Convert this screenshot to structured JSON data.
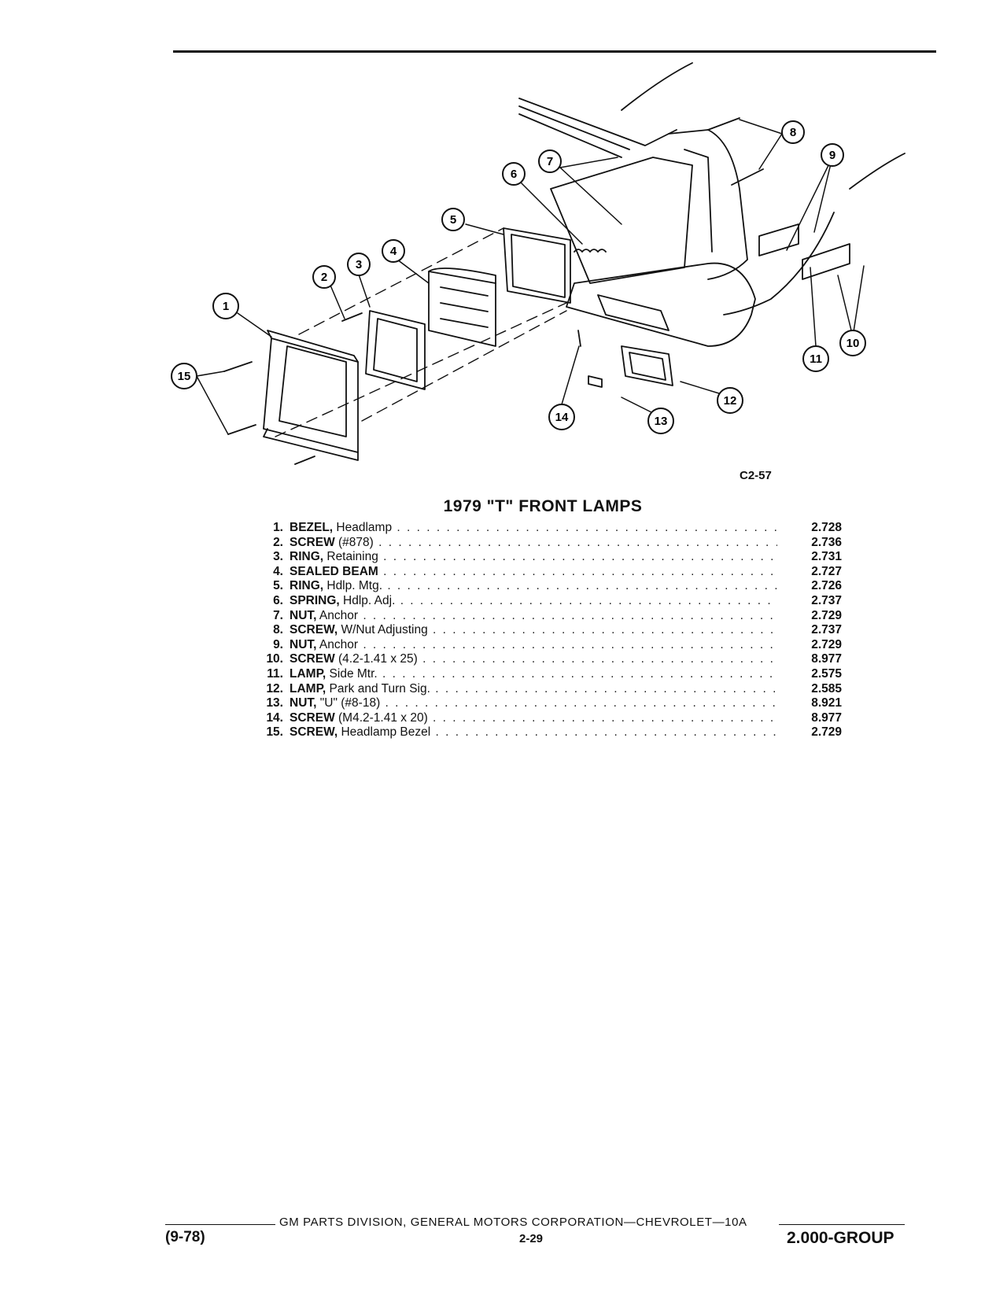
{
  "figure_code": "C2-57",
  "title": "1979 \"T\" FRONT LAMPS",
  "callouts": [
    "1",
    "2",
    "3",
    "4",
    "5",
    "6",
    "7",
    "8",
    "9",
    "10",
    "11",
    "12",
    "13",
    "14",
    "15"
  ],
  "parts": [
    {
      "num": "1.",
      "name": "BEZEL,",
      "desc": " Headlamp",
      "group": "2.728"
    },
    {
      "num": "2.",
      "name": "SCREW",
      "desc": " (#878)",
      "group": "2.736"
    },
    {
      "num": "3.",
      "name": "RING,",
      "desc": " Retaining",
      "group": "2.731"
    },
    {
      "num": "4.",
      "name": "SEALED BEAM",
      "desc": "",
      "group": "2.727"
    },
    {
      "num": "5.",
      "name": "RING,",
      "desc": " Hdlp. Mtg.",
      "group": "2.726"
    },
    {
      "num": "6.",
      "name": "SPRING,",
      "desc": " Hdlp. Adj.",
      "group": "2.737"
    },
    {
      "num": "7.",
      "name": "NUT,",
      "desc": " Anchor",
      "group": "2.729"
    },
    {
      "num": "8.",
      "name": "SCREW,",
      "desc": " W/Nut Adjusting",
      "group": "2.737"
    },
    {
      "num": "9.",
      "name": "NUT,",
      "desc": " Anchor",
      "group": "2.729"
    },
    {
      "num": "10.",
      "name": "SCREW",
      "desc": " (4.2-1.41 x 25)",
      "group": "8.977"
    },
    {
      "num": "11.",
      "name": "LAMP,",
      "desc": " Side Mtr.",
      "group": "2.575"
    },
    {
      "num": "12.",
      "name": "LAMP,",
      "desc": " Park and Turn Sig.",
      "group": "2.585"
    },
    {
      "num": "13.",
      "name": "NUT,",
      "desc": " \"U\" (#8-18)",
      "group": "8.921"
    },
    {
      "num": "14.",
      "name": "SCREW",
      "desc": " (M4.2-1.41 x 20)",
      "group": "8.977"
    },
    {
      "num": "15.",
      "name": "SCREW,",
      "desc": " Headlamp Bezel",
      "group": "2.729"
    }
  ],
  "footer": {
    "publisher": "GM PARTS DIVISION, GENERAL MOTORS CORPORATION—CHEVROLET—10A",
    "date": "(9-78)",
    "page": "2-29",
    "group": "2.000-GROUP"
  }
}
